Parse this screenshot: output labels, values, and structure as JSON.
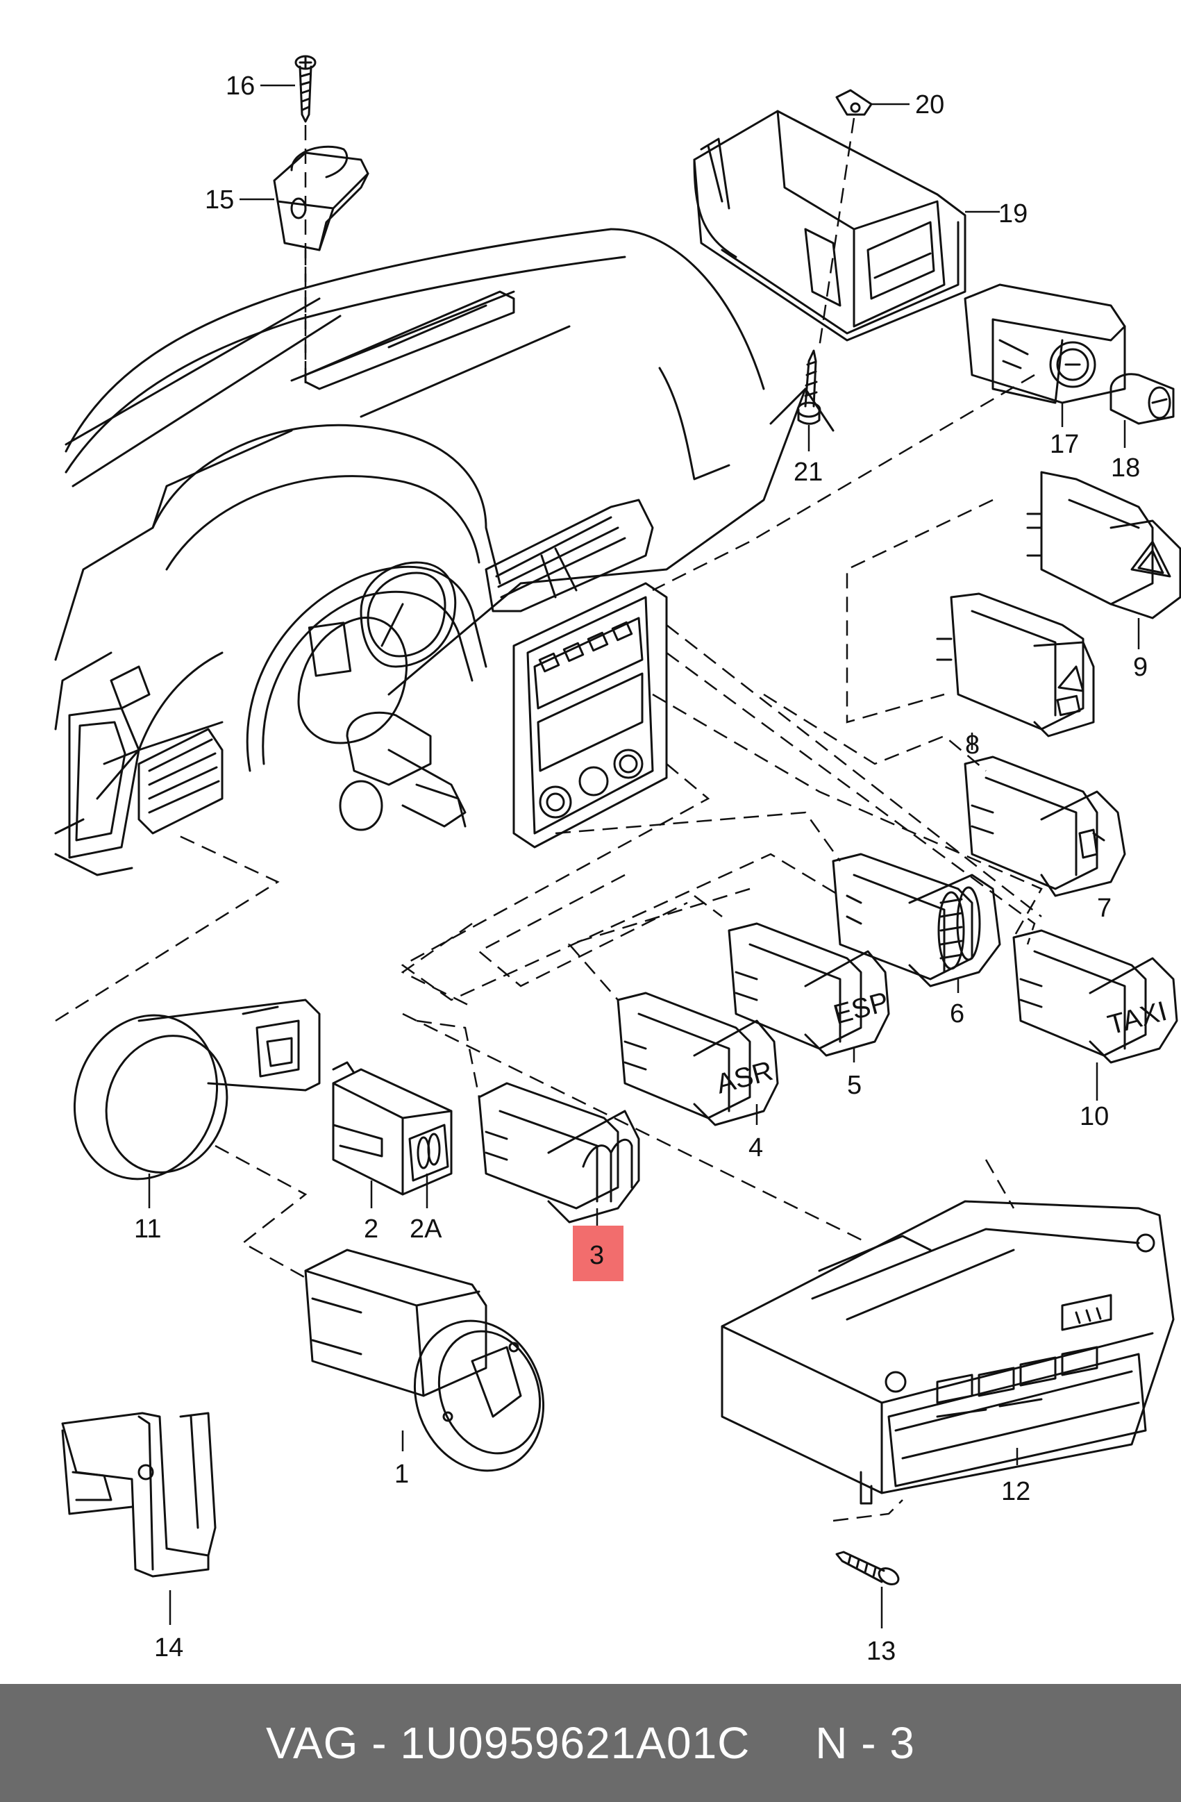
{
  "labels": {
    "l1": "1",
    "l2": "2",
    "l2a": "2A",
    "l3": "3",
    "l4": "4",
    "l5": "5",
    "l6": "6",
    "l7": "7",
    "l8": "8",
    "l9": "9",
    "l10": "10",
    "l11": "11",
    "l12": "12",
    "l13": "13",
    "l14": "14",
    "l15": "15",
    "l16": "16",
    "l17": "17",
    "l18": "18",
    "l19": "19",
    "l20": "20",
    "l21": "21"
  },
  "button_texts": {
    "asr": "ASR",
    "esp": "ESP",
    "taxi": "TAXI"
  },
  "highlight_color": "#f26d6d",
  "footer": {
    "brand": "VAG",
    "separator": "-",
    "part_number": "1U0959621A01C",
    "position": "N - 3"
  }
}
